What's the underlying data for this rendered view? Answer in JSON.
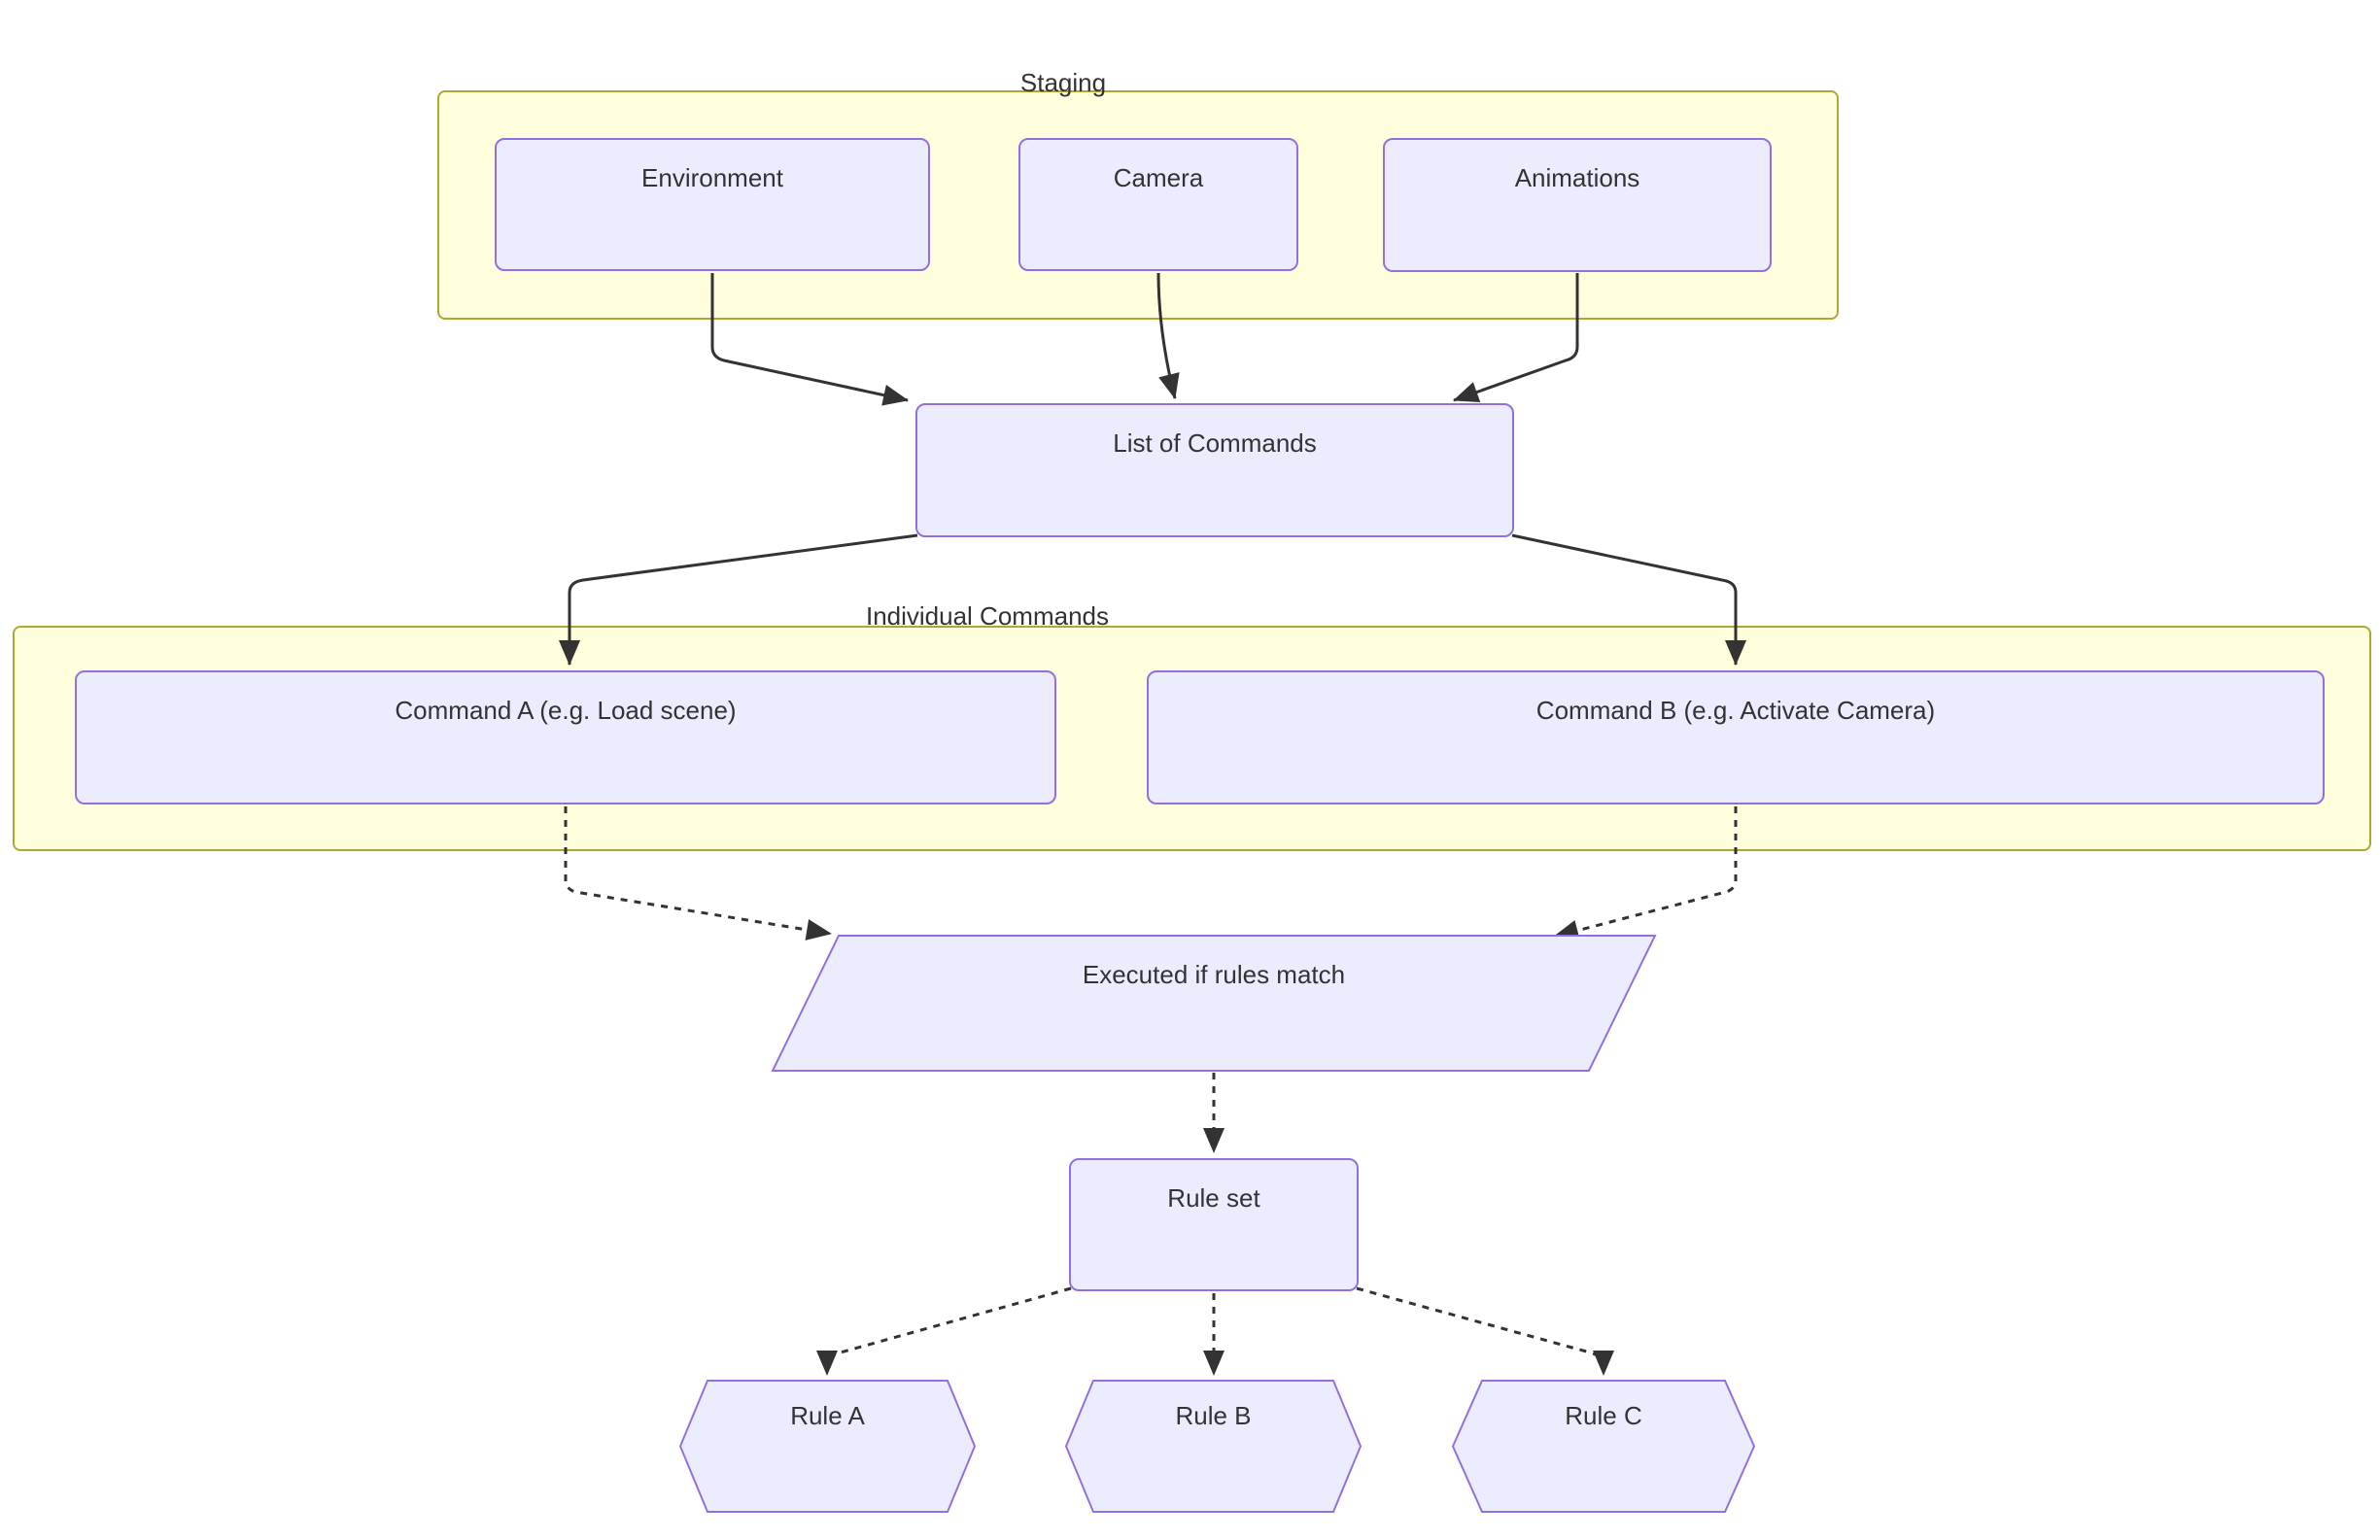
{
  "diagram": {
    "kind": "flowchart",
    "direction": "top-down",
    "colors": {
      "bg": "#ffffff",
      "node-fill": "#ECECFF",
      "node-border": "#9370DB",
      "cluster-fill": "#ffffde",
      "cluster-border": "#aaaa33",
      "edge-color": "#333333",
      "text-color": "#333333"
    },
    "clusters": {
      "staging": {
        "label": "Staging"
      },
      "individual_commands": {
        "label": "Individual Commands"
      }
    },
    "nodes": {
      "environment": {
        "label": "Environment",
        "shape": "rect",
        "cluster": "staging"
      },
      "camera": {
        "label": "Camera",
        "shape": "rect",
        "cluster": "staging"
      },
      "animations": {
        "label": "Animations",
        "shape": "rect",
        "cluster": "staging"
      },
      "list_of_commands": {
        "label": "List of Commands",
        "shape": "rect"
      },
      "command_a": {
        "label": "Command A (e.g. Load scene)",
        "shape": "rect",
        "cluster": "individual_commands"
      },
      "command_b": {
        "label": "Command B (e.g. Activate Camera)",
        "shape": "rect",
        "cluster": "individual_commands"
      },
      "executed": {
        "label": "Executed if rules match",
        "shape": "parallelogram"
      },
      "rule_set": {
        "label": "Rule set",
        "shape": "rect"
      },
      "rule_a": {
        "label": "Rule A",
        "shape": "hexagon"
      },
      "rule_b": {
        "label": "Rule B",
        "shape": "hexagon"
      },
      "rule_c": {
        "label": "Rule C",
        "shape": "hexagon"
      }
    },
    "edges": [
      {
        "from": "environment",
        "to": "list_of_commands",
        "style": "solid",
        "arrow": true
      },
      {
        "from": "camera",
        "to": "list_of_commands",
        "style": "solid",
        "arrow": true
      },
      {
        "from": "animations",
        "to": "list_of_commands",
        "style": "solid",
        "arrow": true
      },
      {
        "from": "list_of_commands",
        "to": "command_a",
        "style": "solid",
        "arrow": true
      },
      {
        "from": "list_of_commands",
        "to": "command_b",
        "style": "solid",
        "arrow": true
      },
      {
        "from": "command_a",
        "to": "executed",
        "style": "dashed",
        "arrow": true
      },
      {
        "from": "command_b",
        "to": "executed",
        "style": "dashed",
        "arrow": true
      },
      {
        "from": "executed",
        "to": "rule_set",
        "style": "dashed",
        "arrow": true
      },
      {
        "from": "rule_set",
        "to": "rule_a",
        "style": "dashed",
        "arrow": true
      },
      {
        "from": "rule_set",
        "to": "rule_b",
        "style": "dashed",
        "arrow": true
      },
      {
        "from": "rule_set",
        "to": "rule_c",
        "style": "dashed",
        "arrow": true
      }
    ]
  }
}
